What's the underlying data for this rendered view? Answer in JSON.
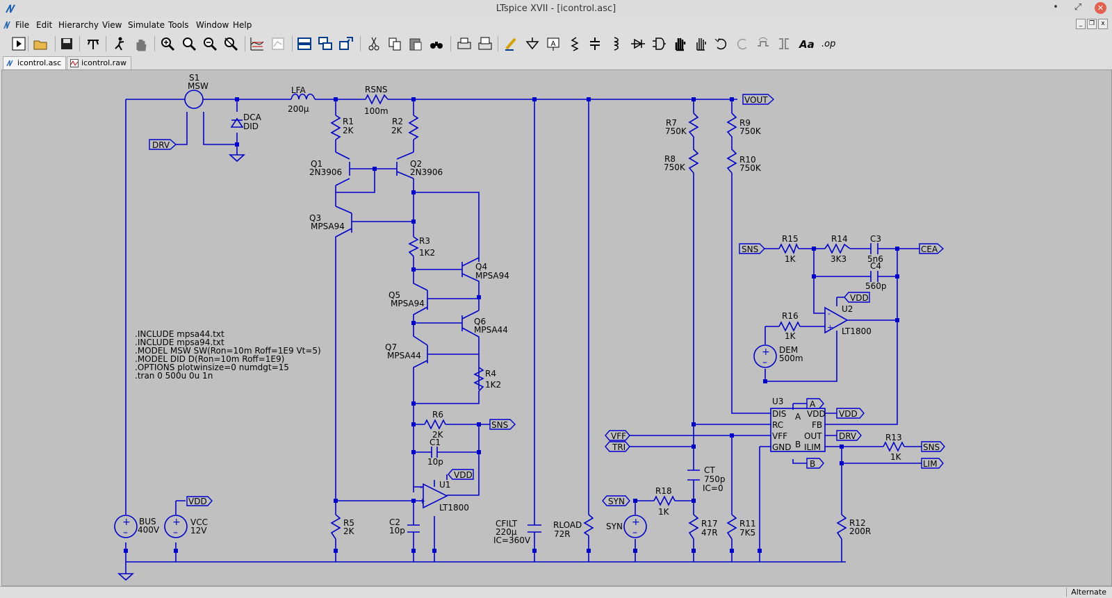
{
  "window": {
    "title": "LTspice XVII - [icontrol.asc]"
  },
  "menu": [
    {
      "label": "File"
    },
    {
      "label": "Edit"
    },
    {
      "label": "Hierarchy"
    },
    {
      "label": "View"
    },
    {
      "label": "Simulate"
    },
    {
      "label": "Tools"
    },
    {
      "label": "Window"
    },
    {
      "label": "Help"
    }
  ],
  "toolbar": {
    "icons": [
      "run-icon",
      "open-icon",
      "save-icon",
      "control-panel-icon",
      "halt-icon",
      "hand-icon",
      "zoom-in-icon",
      "zoom-full-icon",
      "zoom-out-icon",
      "zoom-cancel-icon",
      "autorange-icon",
      "plot-settings-icon",
      "tile-horizontal-icon",
      "cascade-icon",
      "tile-vertical-icon",
      "cut-icon",
      "copy-icon",
      "paste-icon",
      "find-icon",
      "print-icon",
      "print-setup-icon",
      "draw-wire-icon",
      "ground-icon",
      "label-net-icon",
      "resistor-icon",
      "capacitor-icon",
      "inductor-icon",
      "diode-icon",
      "component-icon",
      "move-icon",
      "drag-icon",
      "undo-icon",
      "redo-icon",
      "rotate-icon",
      "mirror-icon",
      "text-icon",
      "spice-directive-icon"
    ],
    "spice_directive_label": ".op",
    "text_label": "Aa"
  },
  "tabs": [
    {
      "label": "icontrol.asc",
      "active": true
    },
    {
      "label": "icontrol.raw",
      "active": false
    }
  ],
  "schematic": {
    "colors": {
      "wire": "#0000cc",
      "background": "#c0c0c0",
      "label": "#000000"
    },
    "components": [
      {
        "ref": "S1",
        "value": "MSW"
      },
      {
        "ref": "DCA",
        "value": "DID"
      },
      {
        "ref": "LFA",
        "value": "200µ"
      },
      {
        "ref": "RSNS",
        "value": "100m"
      },
      {
        "ref": "R1",
        "value": "2K"
      },
      {
        "ref": "R2",
        "value": "2K"
      },
      {
        "ref": "Q1",
        "value": "2N3906"
      },
      {
        "ref": "Q2",
        "value": "2N3906"
      },
      {
        "ref": "Q3",
        "value": "MPSA94"
      },
      {
        "ref": "R3",
        "value": "1K2"
      },
      {
        "ref": "Q4",
        "value": "MPSA94"
      },
      {
        "ref": "Q5",
        "value": "MPSA94"
      },
      {
        "ref": "Q6",
        "value": "MPSA44"
      },
      {
        "ref": "Q7",
        "value": "MPSA44"
      },
      {
        "ref": "R4",
        "value": "1K2"
      },
      {
        "ref": "R6",
        "value": "2K"
      },
      {
        "ref": "C1",
        "value": "10p"
      },
      {
        "ref": "U1",
        "value": "LT1800"
      },
      {
        "ref": "R5",
        "value": "2K"
      },
      {
        "ref": "C2",
        "value": "10p"
      },
      {
        "ref": "CFILT",
        "value": "220µ",
        "extra": "IC=360V"
      },
      {
        "ref": "RLOAD",
        "value": "72R"
      },
      {
        "ref": "R7",
        "value": "750K"
      },
      {
        "ref": "R8",
        "value": "750K"
      },
      {
        "ref": "R9",
        "value": "750K"
      },
      {
        "ref": "R10",
        "value": "750K"
      },
      {
        "ref": "R15",
        "value": "1K"
      },
      {
        "ref": "R14",
        "value": "3K3"
      },
      {
        "ref": "C3",
        "value": "5n6"
      },
      {
        "ref": "C4",
        "value": "560p"
      },
      {
        "ref": "R16",
        "value": "1K"
      },
      {
        "ref": "U2",
        "value": "LT1800"
      },
      {
        "ref": "DEM",
        "value": "500m"
      },
      {
        "ref": "U3",
        "value": ""
      },
      {
        "ref": "R13",
        "value": "1K"
      },
      {
        "ref": "CT",
        "value": "750p",
        "extra": "IC=0"
      },
      {
        "ref": "R18",
        "value": "1K"
      },
      {
        "ref": "SYN",
        "value": ""
      },
      {
        "ref": "R17",
        "value": "47R"
      },
      {
        "ref": "R11",
        "value": "7K5"
      },
      {
        "ref": "R12",
        "value": "200R"
      },
      {
        "ref": "BUS",
        "value": "400V"
      },
      {
        "ref": "VCC",
        "value": "12V"
      }
    ],
    "u3_pins_left": [
      "DIS",
      "RC",
      "VFF",
      "GND"
    ],
    "u3_pins_right": [
      "VDD",
      "FB",
      "OUT",
      "ILIM"
    ],
    "u3_pin_a": "A",
    "u3_pin_b": "B",
    "net_labels": [
      "VOUT",
      "DRV",
      "SNS",
      "CEA",
      "VDD",
      "A",
      "B",
      "VFF",
      "TRI",
      "SYN",
      "LIM"
    ],
    "directives": [
      ".INCLUDE mpsa44.txt",
      ".INCLUDE mpsa94.txt",
      ".MODEL MSW SW(Ron=10m Roff=1E9 Vt=5)",
      ".MODEL DID D(Ron=10m Roff=1E9)",
      ".OPTIONS plotwinsize=0 numdgt=15",
      ".tran 0 500u 0u 1n"
    ]
  },
  "status": {
    "mode": "Alternate"
  }
}
